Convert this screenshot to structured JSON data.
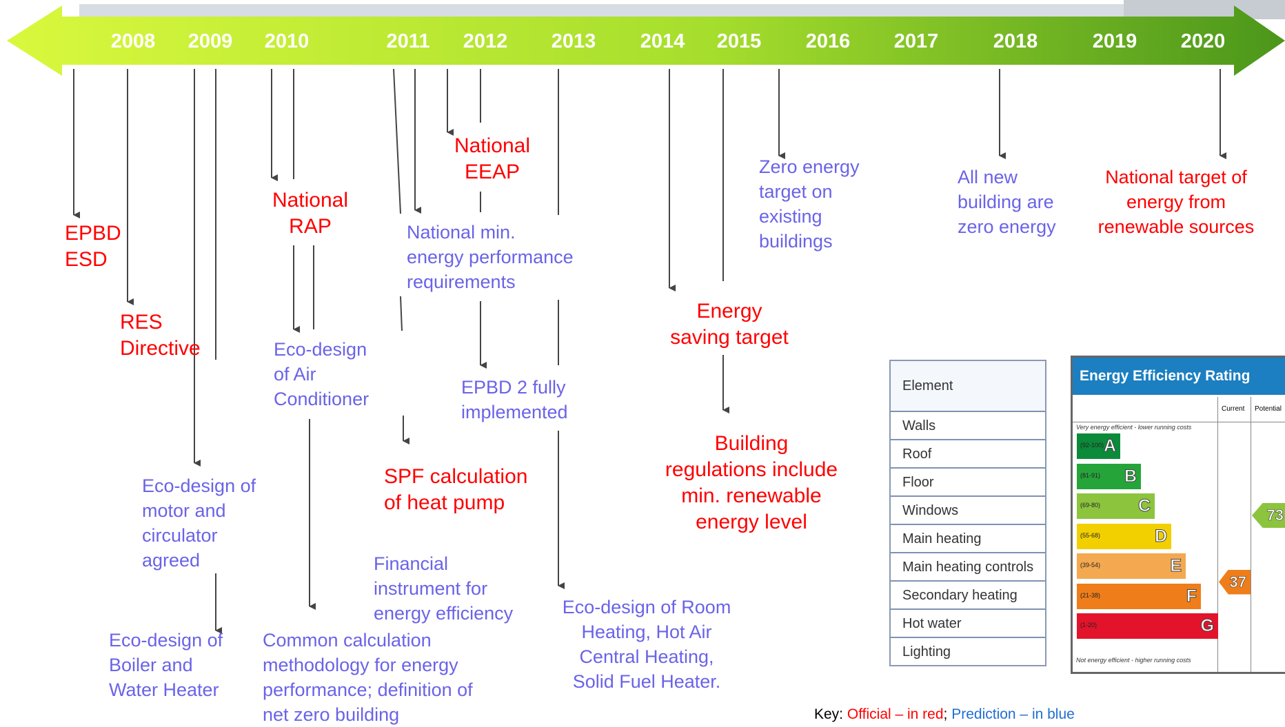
{
  "years": [
    "2008",
    "2009",
    "2010",
    "2011",
    "2012",
    "2013",
    "2014",
    "2015",
    "2016",
    "2017",
    "2018",
    "2019",
    "2020"
  ],
  "labels": {
    "epbd_esd": [
      "EPBD",
      "ESD"
    ],
    "res_directive": [
      "RES",
      "Directive"
    ],
    "eco_motor": [
      "Eco-design of",
      "motor and",
      "circulator",
      "agreed"
    ],
    "eco_boiler": [
      "Eco-design of",
      "Boiler and",
      "Water Heater"
    ],
    "national_rap": [
      "National",
      "RAP"
    ],
    "eco_air": [
      "Eco-design",
      "of Air",
      "Conditioner"
    ],
    "common_calc": [
      "Common calculation",
      "methodology for energy",
      "performance; definition of",
      "net zero building"
    ],
    "national_min": [
      "National min.",
      "energy performance",
      "requirements"
    ],
    "spf": [
      "SPF calculation",
      "of heat pump"
    ],
    "financial": [
      "Financial",
      "instrument for",
      "energy efficiency"
    ],
    "national_eeap": [
      "National",
      "EEAP"
    ],
    "epbd2": [
      "EPBD 2 fully",
      "implemented"
    ],
    "eco_room": [
      "Eco-design of Room",
      "Heating, Hot Air",
      "Central Heating,",
      "Solid Fuel Heater."
    ],
    "energy_saving": [
      "Energy",
      "saving target"
    ],
    "building_regs": [
      "Building",
      "regulations include",
      "min. renewable",
      "energy level"
    ],
    "zero_existing": [
      "Zero energy",
      "target on",
      "existing",
      "buildings"
    ],
    "all_new": [
      "All new",
      "building are",
      "zero energy"
    ],
    "national_target": [
      "National target of",
      "energy from",
      "renewable sources"
    ]
  },
  "key": {
    "prefix": "Key: ",
    "official": "Official – in red",
    "sep": "; ",
    "prediction": "Prediction – in blue"
  },
  "element_table": {
    "header": "Element",
    "rows": [
      "Walls",
      "Roof",
      "Floor",
      "Windows",
      "Main heating",
      "Main heating controls",
      "Secondary heating",
      "Hot water",
      "Lighting"
    ]
  },
  "energy_rating": {
    "title": "Energy Efficiency Rating",
    "col_current": "Current",
    "col_potential": "Potential",
    "top_note": "Very energy efficient - lower running costs",
    "bottom_note": "Not energy efficient - higher running costs",
    "bands": [
      {
        "range": "(92-100)",
        "letter": "A",
        "color": "#0b8a3a"
      },
      {
        "range": "(81-91)",
        "letter": "B",
        "color": "#25a43a"
      },
      {
        "range": "(69-80)",
        "letter": "C",
        "color": "#8cc43e"
      },
      {
        "range": "(55-68)",
        "letter": "D",
        "color": "#f2d000"
      },
      {
        "range": "(39-54)",
        "letter": "E",
        "color": "#f4a850"
      },
      {
        "range": "(21-38)",
        "letter": "F",
        "color": "#ee7d1a"
      },
      {
        "range": "(1-20)",
        "letter": "G",
        "color": "#e3132b"
      }
    ],
    "current": "37",
    "potential": "73",
    "current_color": "#ee7d1a",
    "potential_color": "#8cc43e"
  },
  "colors": {
    "official": "#ff0000",
    "prediction": "#6a63e8",
    "arrow_light": "#d6f53a",
    "arrow_dark": "#4f9a1c"
  }
}
